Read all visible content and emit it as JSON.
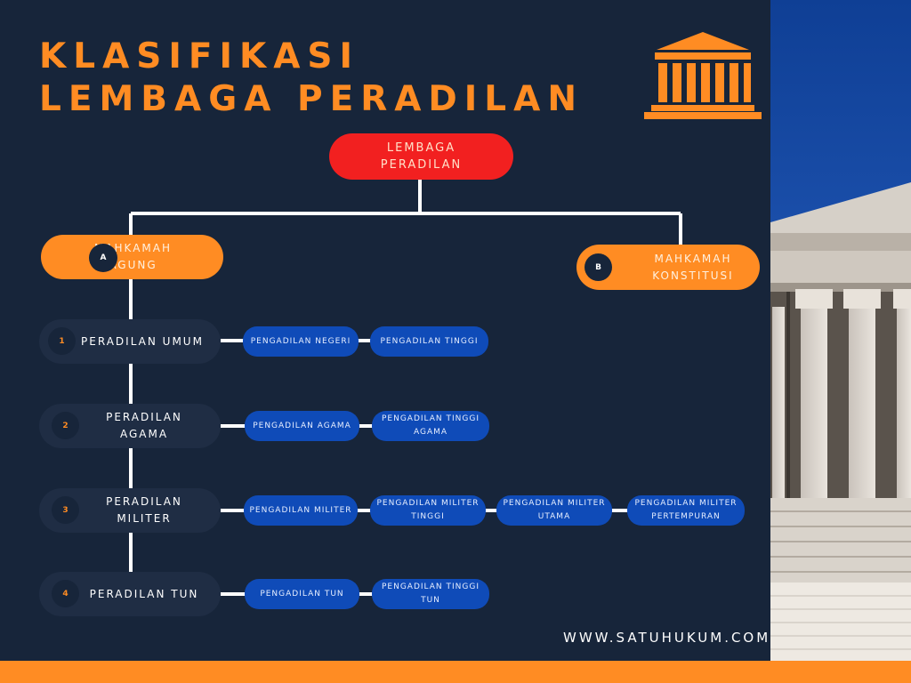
{
  "title": {
    "line1": "KLASIFIKASI",
    "line2": "LEMBAGA PERADILAN"
  },
  "root": {
    "label": "LEMBAGA\nPERADILAN"
  },
  "organs": [
    {
      "badge": "A",
      "label": "MAHKAMAH\nAGUNG"
    },
    {
      "badge": "B",
      "label": "MAHKAMAH\nKONSTITUSI"
    }
  ],
  "branches": [
    {
      "badge": "1",
      "label": "PERADILAN UMUM",
      "courts": [
        "PENGADILAN NEGERI",
        "PENGADILAN TINGGI"
      ]
    },
    {
      "badge": "2",
      "label": "PERADILAN\nAGAMA",
      "courts": [
        "PENGADILAN AGAMA",
        "PENGADILAN TINGGI\nAGAMA"
      ]
    },
    {
      "badge": "3",
      "label": "PERADILAN\nMILITER",
      "courts": [
        "PENGADILAN MILITER",
        "PENGADILAN MILITER\nTINGGI",
        "PENGADILAN MILITER\nUTAMA",
        "PENGADILAN MILITER\nPERTEMPURAN"
      ]
    },
    {
      "badge": "4",
      "label": "PERADILAN TUN",
      "courts": [
        "PENGADILAN TUN",
        "PENGADILAN TINGGI\nTUN"
      ]
    }
  ],
  "footer": {
    "url": "WWW.SATUHUKUM.COM"
  },
  "colors": {
    "background": "#17253a",
    "accent": "#ff8c23",
    "root": "#f22020",
    "court": "#0f4bb8",
    "branch": "#1f2d44"
  },
  "icons": {
    "logo": "courthouse-icon"
  }
}
